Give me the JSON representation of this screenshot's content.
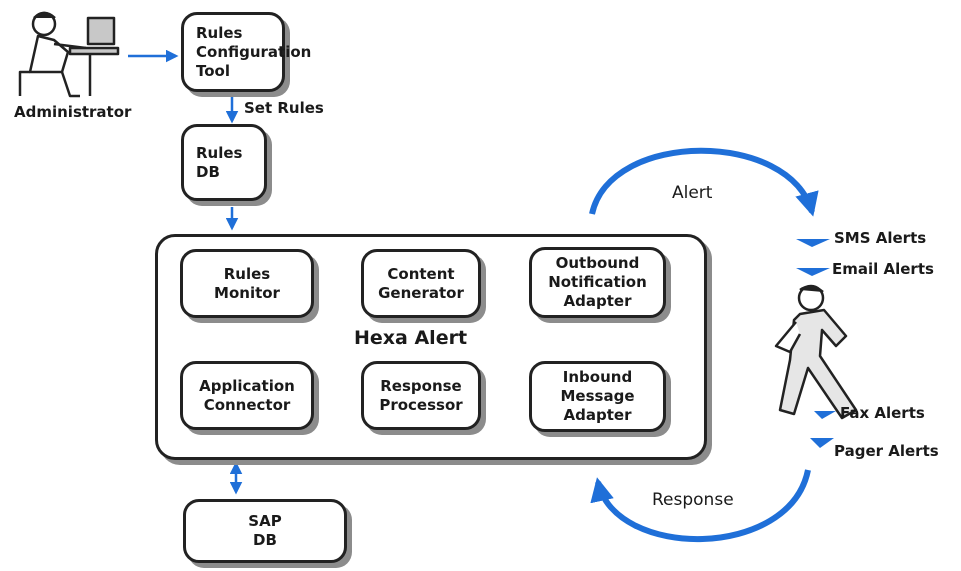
{
  "actors": {
    "administrator": "Administrator"
  },
  "nodes": {
    "rules_config_tool": "Rules\nConfiguration\nTool",
    "rules_db": "Rules\nDB",
    "rules_monitor": "Rules\nMonitor",
    "content_generator": "Content\nGenerator",
    "outbound_adapter": "Outbound\nNotification\nAdapter",
    "application_connector": "Application\nConnector",
    "response_processor": "Response\nProcessor",
    "inbound_adapter": "Inbound\nMessage\nAdapter",
    "sap_db": "SAP\nDB"
  },
  "container": {
    "title": "Hexa Alert"
  },
  "labels": {
    "set_rules": "Set Rules",
    "alert": "Alert",
    "response": "Response"
  },
  "alerts": [
    "SMS Alerts",
    "Email Alerts",
    "Fax Alerts",
    "Pager Alerts"
  ],
  "colors": {
    "arrow": "#1f6fd8",
    "border": "#222222",
    "shadow": "#8c8c8c"
  }
}
